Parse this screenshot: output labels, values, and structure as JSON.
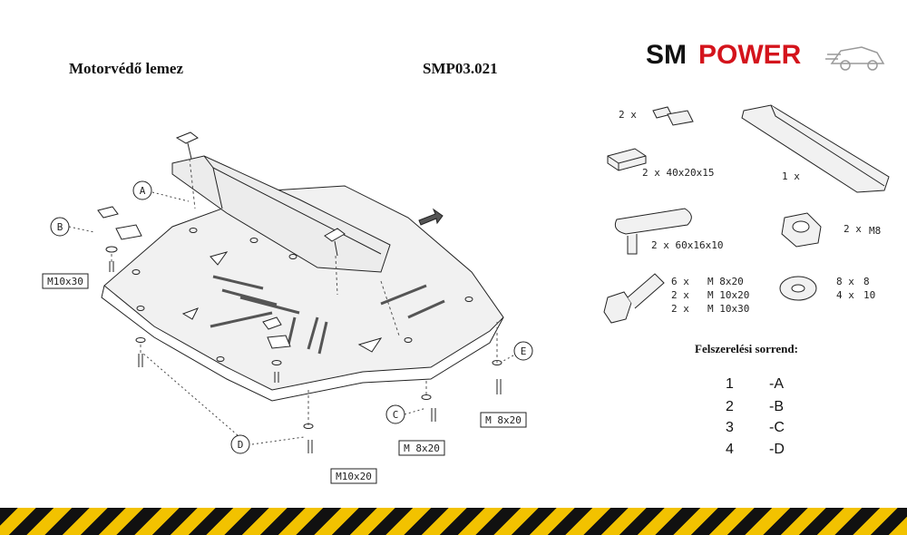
{
  "header": {
    "title": "Motorvédő lemez",
    "part_number": "SMP03.021"
  },
  "logo": {
    "text_left": "SM",
    "text_right": "POWER",
    "color_left": "#111111",
    "color_right": "#d4141c"
  },
  "diagram": {
    "callouts": {
      "a": "A",
      "b": "B",
      "c": "C",
      "d": "D",
      "e": "E"
    },
    "bolt_labels": {
      "m10x30": "M10x30",
      "m8x20_c": "M 8x20",
      "m8x20_e": "M 8x20",
      "m10x20": "M10x20"
    }
  },
  "parts": {
    "bracket_qty": "2 x",
    "spacer_label": "2 x 40x20x15",
    "rail_qty": "1 x",
    "tbolt_label": "2 x 60x16x10",
    "nut_qty": "2 x",
    "nut_size": "M8",
    "bolt_qty": [
      "6 x",
      "2 x",
      "2 x"
    ],
    "bolt_size": [
      "M 8x20",
      "M 10x20",
      "M 10x30"
    ],
    "washer_qty": [
      "8 x",
      "4 x"
    ],
    "washer_size": [
      "8",
      "10"
    ]
  },
  "sequence": {
    "title": "Felszerelési sorrend:",
    "steps": [
      {
        "num": "1",
        "code": "-A"
      },
      {
        "num": "2",
        "code": "-B"
      },
      {
        "num": "3",
        "code": "-C"
      },
      {
        "num": "4",
        "code": "-D"
      }
    ]
  },
  "colors": {
    "stripe_dark": "#111111",
    "stripe_yellow": "#f2c200"
  }
}
